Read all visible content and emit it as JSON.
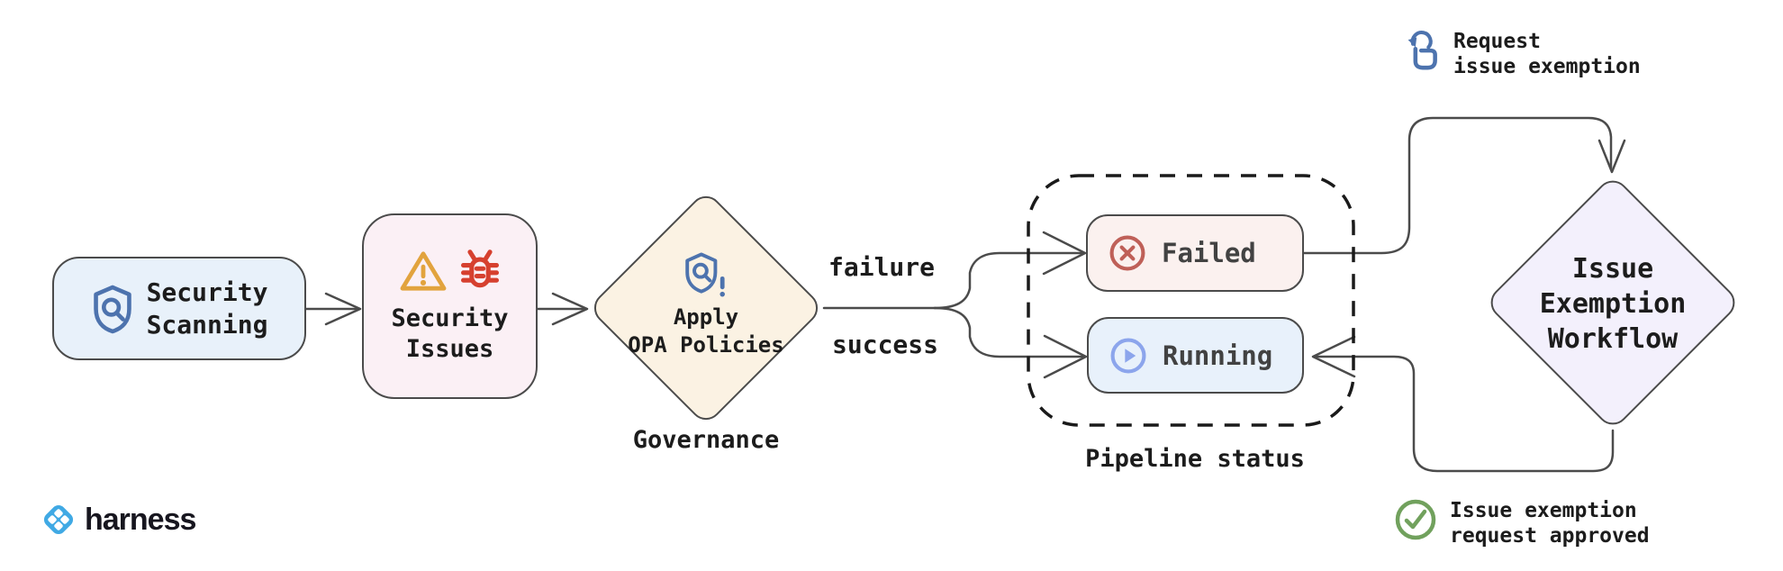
{
  "colors": {
    "background": "#ffffff",
    "connector": "#4b4b4b",
    "node_border": "#4b4b4b",
    "dashed_group_border": "#1a1a1a",
    "text": "#1c1c1c",
    "security_scanning_fill": "#e8f1fa",
    "security_issues_fill": "#fbf0f5",
    "opa_diamond_fill": "#fbf2e3",
    "failed_fill": "#fbf1ef",
    "running_fill": "#e8f1fb",
    "exemption_diamond_fill": "#f3f0fc",
    "shield_icon_color": "#4d73ae",
    "warning_icon_color": "#e2a33e",
    "bug_icon_color": "#d6402f",
    "failed_icon_color": "#bf6058",
    "running_icon_color": "#8ca5ec",
    "hand_icon_color": "#4d73ae",
    "check_icon_color": "#71a15d",
    "logo_blue": "#40a9e4"
  },
  "nodes": {
    "security_scanning": {
      "label": "Security\nScanning",
      "icon": "shield-search-icon"
    },
    "security_issues": {
      "label": "Security\nIssues",
      "icons": [
        "warning-icon",
        "bug-icon"
      ]
    },
    "apply_opa": {
      "label": "Apply\nOPA Policies",
      "icon": "shield-alert-icon",
      "caption": "Governance"
    },
    "failed": {
      "label": "Failed",
      "icon": "circle-x-icon"
    },
    "running": {
      "label": "Running",
      "icon": "circle-play-icon"
    },
    "issue_exemption": {
      "label": "Issue\nExemption\nWorkflow"
    }
  },
  "edges": {
    "failure_label": "failure",
    "success_label": "success"
  },
  "groups": {
    "pipeline_status_label": "Pipeline status"
  },
  "annotations": {
    "request_exemption": {
      "label": "Request\nissue exemption",
      "icon": "tap-hand-icon"
    },
    "request_approved": {
      "label": "Issue exemption\nrequest approved",
      "icon": "check-circle-icon"
    }
  },
  "branding": {
    "logo_text": "harness",
    "icon": "harness-logo-icon"
  }
}
